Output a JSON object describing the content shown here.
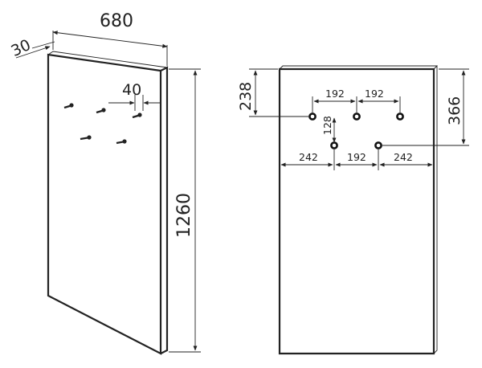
{
  "front_view": {
    "dimensions": {
      "width": "680",
      "depth": "30",
      "hook_spacing": "40",
      "height": "1260"
    }
  },
  "back_view": {
    "dimensions": {
      "top_to_upper_holes": "238",
      "top_to_lower_holes": "366",
      "upper_spacing_left": "192",
      "upper_spacing_right": "192",
      "vertical_hole_offset": "128",
      "lower_left_margin": "242",
      "lower_middle": "192",
      "lower_right_margin": "242"
    }
  }
}
